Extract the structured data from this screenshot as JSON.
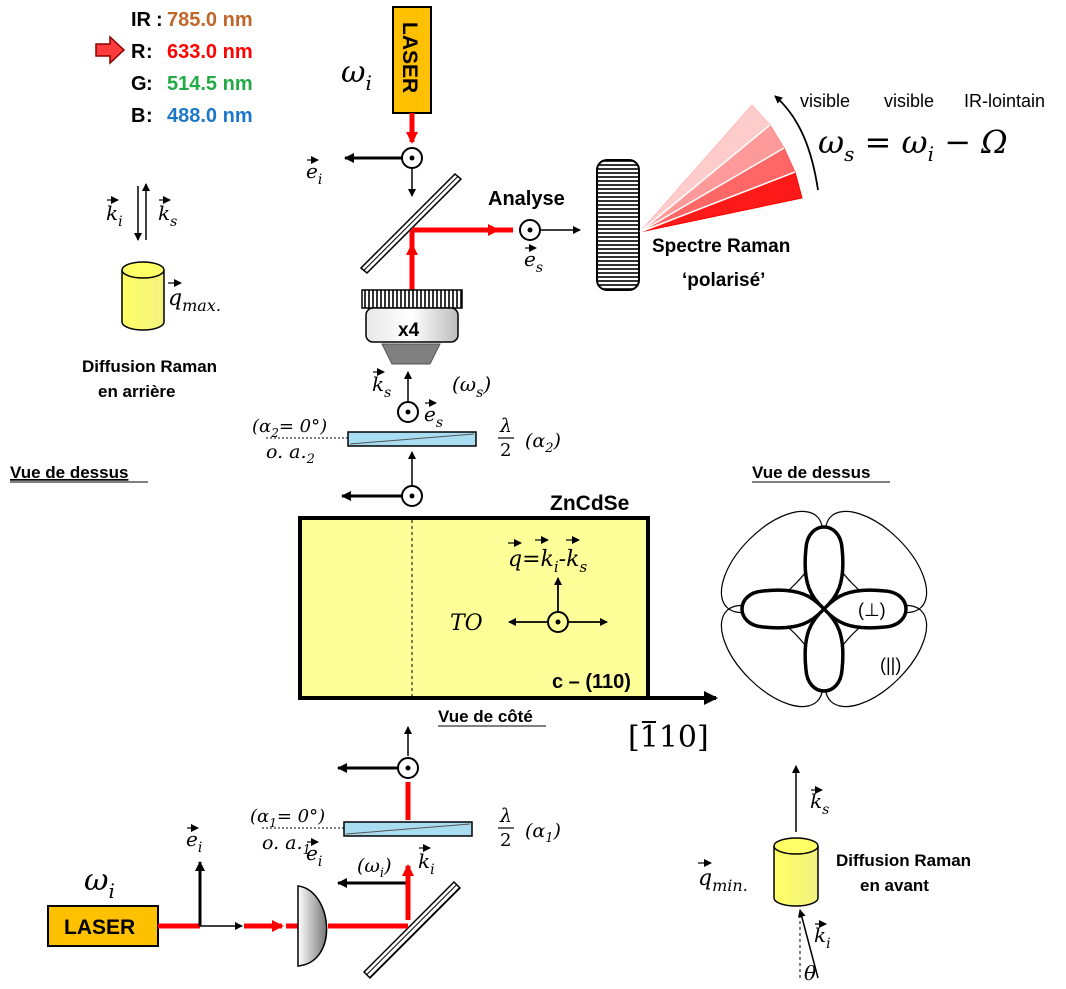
{
  "colors": {
    "ir": "#c0662b",
    "red": "#ff0000",
    "green": "#22aa44",
    "blue": "#1e78c8",
    "laser_fill": "#ffc000",
    "crystal_fill": "#ffff99",
    "waveplate_fill": "#a8dcf0",
    "beam": "#ff0000"
  },
  "wavelengths": [
    {
      "label": "IR",
      "value": "785.0 nm",
      "color": "#c0662b",
      "selected": false
    },
    {
      "label": "R",
      "value": "633.0 nm",
      "color": "#ff0000",
      "selected": true
    },
    {
      "label": "G",
      "value": "514.5 nm",
      "color": "#22aa44",
      "selected": false
    },
    {
      "label": "B",
      "value": "488.0 nm",
      "color": "#1e78c8",
      "selected": false
    }
  ],
  "laser_top": {
    "label": "LASER",
    "omega": "ω",
    "omega_sub": "i"
  },
  "laser_bottom": {
    "label": "LASER",
    "omega": "ω",
    "omega_sub": "i"
  },
  "spectrum": {
    "band_labels": [
      "visible",
      "visible",
      "IR-lointain"
    ],
    "formula": "ωs = ωi − Ω",
    "formula_lhs": "ω",
    "formula_lhs_sub": "s",
    "formula_eq": " = ω",
    "formula_rhs_sub": "i",
    "formula_tail": " − Ω",
    "title_line1": "Spectre Raman",
    "title_line2": "‘polarisé’"
  },
  "analyse_label": "Analyse",
  "vectors": {
    "ei": "e",
    "ei_sub": "i",
    "es": "e",
    "es_sub": "s",
    "ki": "k",
    "ki_sub": "i",
    "ks": "k",
    "ks_sub": "s",
    "q": "q",
    "qmax_sub": "max.",
    "qmin_sub": "min."
  },
  "objective": {
    "label": "x4"
  },
  "omega_s": "(ωs)",
  "omega_s_base": "(ω",
  "omega_s_sub": "s",
  "omega_i_base": "(ω",
  "omega_i_sub": "i",
  "close_paren": ")",
  "waveplate_top": {
    "alpha_label": "(α2 = 0°)",
    "alpha_base": "(α",
    "alpha_sub": "2",
    "alpha_tail": "= 0°)",
    "oa": "o. a.",
    "oa_sub": "2",
    "lambda_num": "λ",
    "lambda_den": "2",
    "angle": "(α",
    "angle_sub": "2",
    "angle_close": ")"
  },
  "waveplate_bottom": {
    "alpha_base": "(α",
    "alpha_sub": "1",
    "alpha_tail": "= 0°)",
    "oa": "o. a.",
    "oa_sub": "1",
    "lambda_num": "λ",
    "lambda_den": "2",
    "angle": "(α",
    "angle_sub": "1",
    "angle_close": ")"
  },
  "back_scatter": {
    "line1": "Diffusion Raman",
    "line2": "en arrière"
  },
  "forward_scatter": {
    "line1": "Diffusion Raman",
    "line2": "en avant"
  },
  "views": {
    "top_left": "Vue de dessus",
    "top_right": "Vue de dessus",
    "side": "Vue de côté"
  },
  "crystal": {
    "material": "ZnCdSe",
    "face": "c – (110)",
    "q_eq_ki": "=k",
    "q_eq_ki_sub": "i",
    "q_eq_minus": "-k",
    "q_eq_ks_sub": "s",
    "mode": "TO"
  },
  "direction": "[1̄10]",
  "direction_bar": "1",
  "direction_rest": "10]",
  "direction_open": "[",
  "polar": {
    "perp": "(⊥)",
    "para": "(||)"
  },
  "theta": "θ"
}
